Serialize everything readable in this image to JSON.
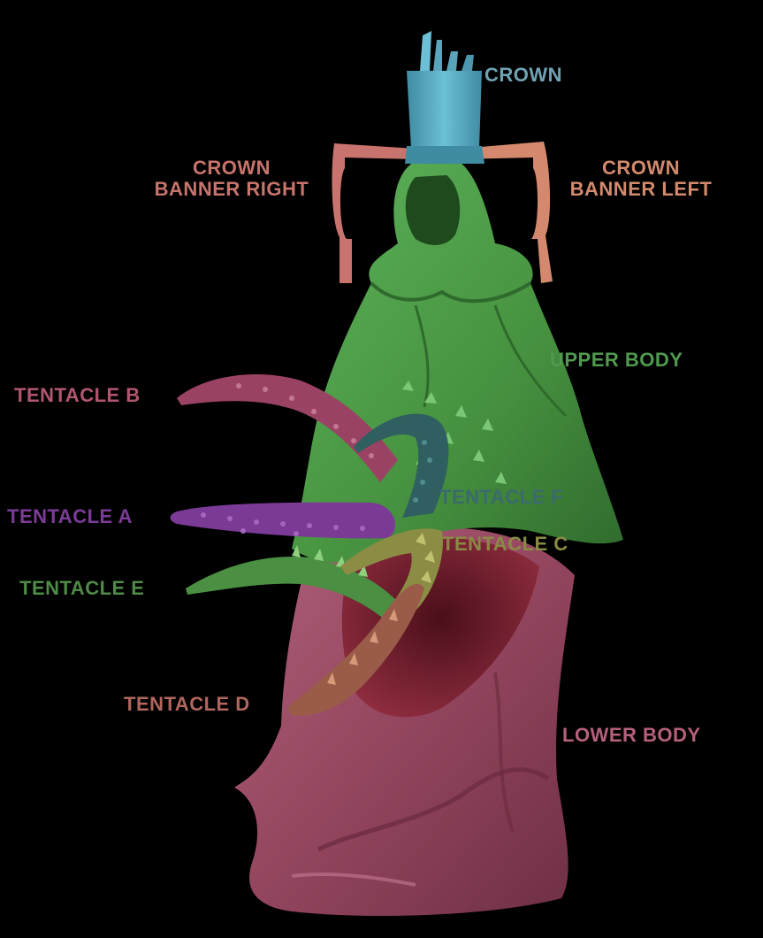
{
  "labels": {
    "crown": {
      "text": "CROWN",
      "color": "#6fa3b4"
    },
    "crown_banner_right": {
      "line1": "CROWN",
      "line2": "BANNER RIGHT",
      "color": "#c7746c"
    },
    "crown_banner_left": {
      "line1": "CROWN",
      "line2": "BANNER LEFT",
      "color": "#d28a6d"
    },
    "upper_body": {
      "text": "UPPER BODY",
      "color": "#4f9a4e"
    },
    "tentacle_b": {
      "text": "TENTACLE B",
      "color": "#b1566f"
    },
    "tentacle_a": {
      "text": "TENTACLE A",
      "color": "#7c3c98"
    },
    "tentacle_f": {
      "text": "TENTACLE F",
      "color": "#3a6a6e"
    },
    "tentacle_c": {
      "text": "TENTACLE C",
      "color": "#8a8a46"
    },
    "tentacle_e": {
      "text": "TENTACLE E",
      "color": "#4f8a47"
    },
    "tentacle_d": {
      "text": "TENTACLE D",
      "color": "#b0665e"
    },
    "lower_body": {
      "text": "LOWER BODY",
      "color": "#b6607c"
    }
  },
  "part_colors": {
    "crown": "#5aa5bc",
    "banner_right": "#c9736f",
    "banner_left": "#d4896f",
    "upper_body": "#4e9b4c",
    "lower_body": "#9c4d66",
    "tentacle_a": "#7a3a96",
    "tentacle_b": "#9a4263",
    "tentacle_c": "#8b8d45",
    "tentacle_d": "#9a5c48",
    "tentacle_e": "#4a8f42",
    "tentacle_f": "#2f5f61"
  }
}
